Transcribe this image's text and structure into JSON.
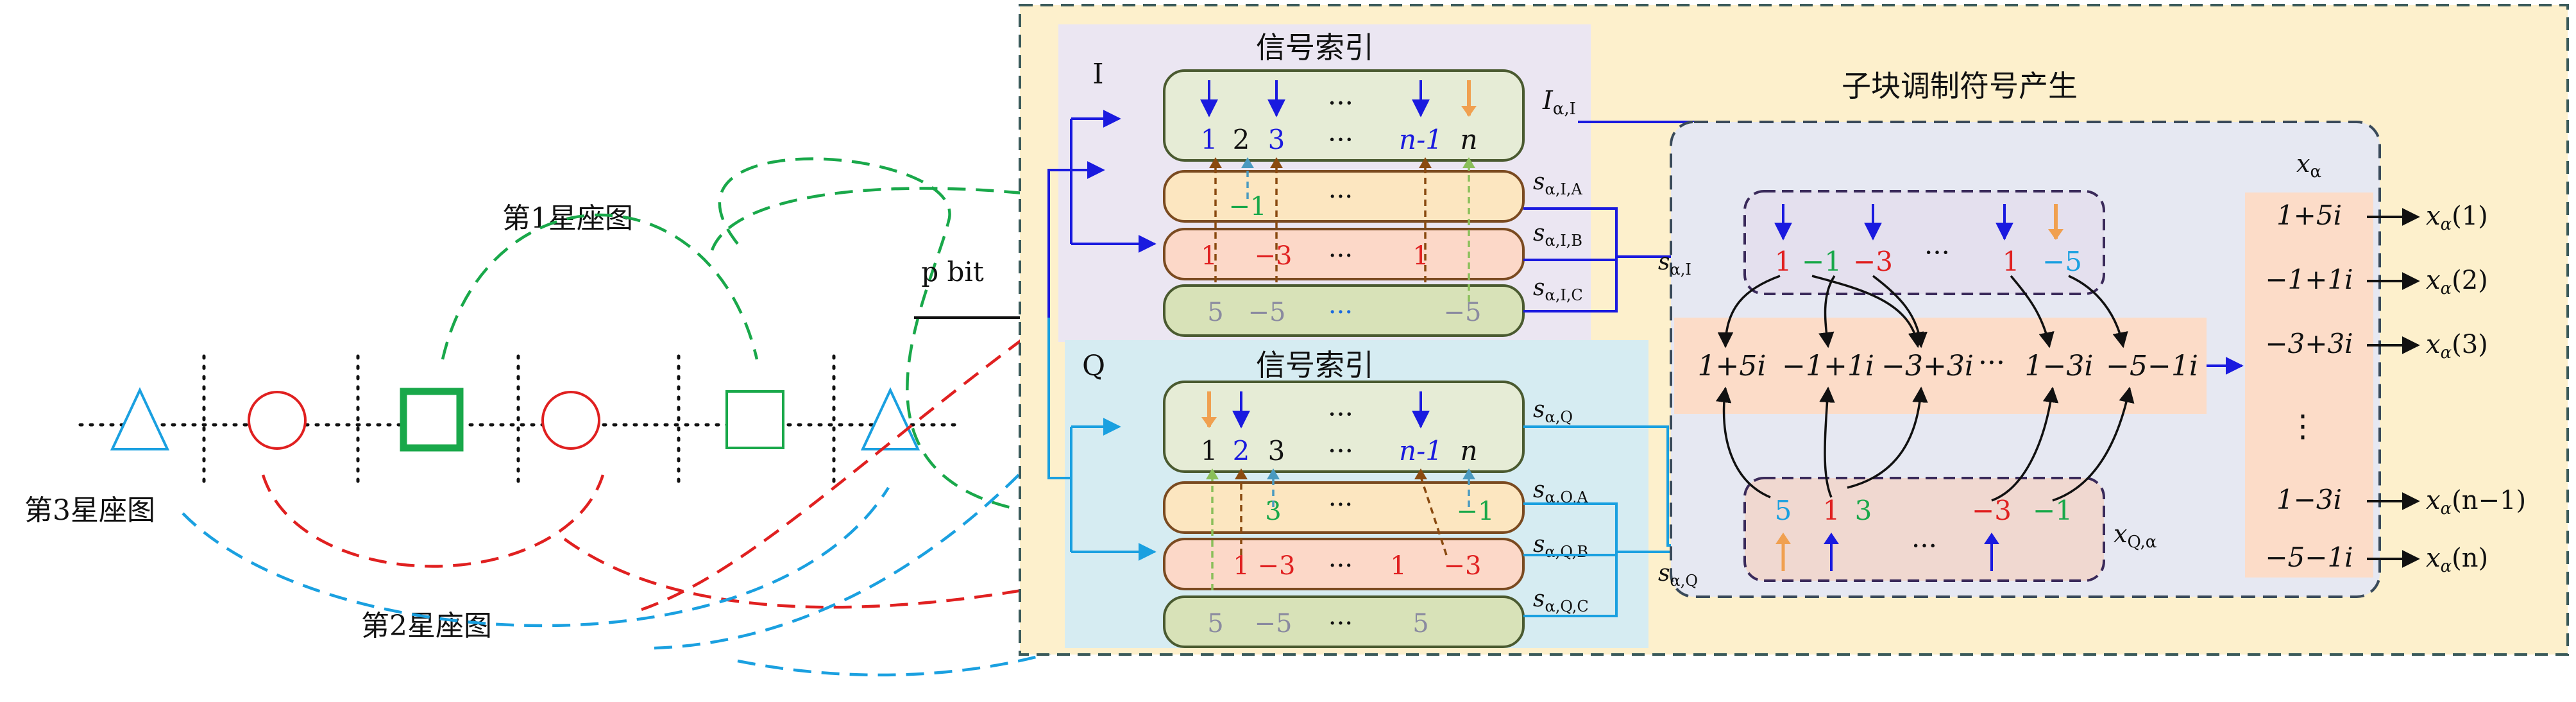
{
  "bit_label": "p bit",
  "constellation_labels": {
    "c1": "第1星座图",
    "c2": "第2星座图",
    "c3": "第3星座图"
  },
  "panel_titles": {
    "index_i": "信号索引",
    "index_q": "信号索引",
    "gen": "子块调制符号产生"
  },
  "branch_labels": {
    "i": "I",
    "q": "Q"
  },
  "ellipsis": "···",
  "vdots": "⋮",
  "i_index": {
    "nums": [
      "1",
      "2",
      "3",
      "···",
      "n-1",
      "n"
    ],
    "label": "I",
    "side": {
      "main": "I",
      "sub": "α,I"
    }
  },
  "q_index": {
    "nums": [
      "1",
      "2",
      "3",
      "···",
      "n-1",
      "n"
    ],
    "side": {
      "main": "s",
      "sub": "α,Q"
    }
  },
  "i_rows": {
    "a": {
      "cells": [
        "−1",
        "···"
      ],
      "side": {
        "main": "s",
        "sub": "α,I,A"
      }
    },
    "b": {
      "cells": [
        "1",
        "−3",
        "···",
        "1"
      ],
      "side": {
        "main": "s",
        "sub": "α,I,B"
      }
    },
    "c": {
      "cells": [
        "5",
        "−5",
        "···",
        "−5"
      ],
      "side": {
        "main": "s",
        "sub": "α,I,C"
      }
    }
  },
  "q_rows": {
    "a": {
      "cells": [
        "3",
        "···",
        "−1"
      ],
      "side": {
        "main": "s",
        "sub": "α,Q,A"
      }
    },
    "b": {
      "cells": [
        "1",
        "−3",
        "···",
        "1",
        "−3"
      ],
      "side": {
        "main": "s",
        "sub": "α,Q,B"
      }
    },
    "c": {
      "cells": [
        "5",
        "−5",
        "···",
        "5"
      ],
      "side": {
        "main": "s",
        "sub": "α,Q,C"
      }
    }
  },
  "gen": {
    "si_label": {
      "main": "s",
      "sub": "α,I"
    },
    "sq_label": {
      "main": "s",
      "sub": "α,Q"
    },
    "x_label": {
      "main": "x",
      "sub": "α"
    },
    "xq_label": {
      "main": "x",
      "sub": "Q,α"
    },
    "i_seq": [
      "1",
      "−1",
      "−3",
      "···",
      "1",
      "−5"
    ],
    "q_seq": [
      "5",
      "1",
      "3",
      "···",
      "−3",
      "−1"
    ],
    "symbols": [
      "1+5i",
      "−1+1i",
      "−3+3i",
      "···",
      "1−3i",
      "−5−1i"
    ]
  },
  "outputs": [
    {
      "sym": "1+5i",
      "label": "(1)"
    },
    {
      "sym": "−1+1i",
      "label": "(2)"
    },
    {
      "sym": "−3+3i",
      "label": "(3)"
    },
    {
      "sym": "1−3i",
      "label": "(n−1)"
    },
    {
      "sym": "−5−1i",
      "label": "(n)"
    }
  ],
  "colors": {
    "blue": "#1a1adf",
    "red": "#e02020",
    "green": "#19a84a",
    "orange": "#f0a050",
    "brown": "#8a4a10",
    "cyan": "#1aa0e0",
    "grey": "#8a8aa0",
    "yellow_bg": "#fdf0cc",
    "purple_bg": "#ebe6f2",
    "cyan_bg": "#d6ecf2"
  }
}
